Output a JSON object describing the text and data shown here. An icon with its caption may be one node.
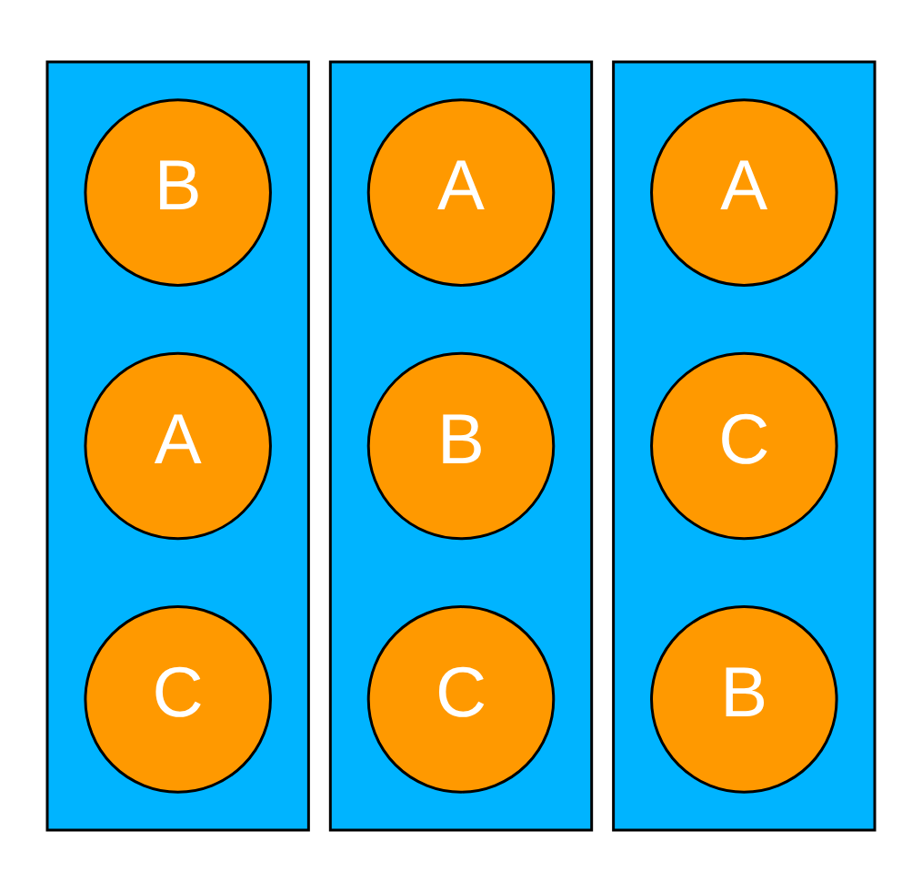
{
  "diagram": {
    "nodes": [
      {
        "text": [],
        "shape": "box"
      },
      {
        "text": [
          "B"
        ],
        "in": 0
      },
      {
        "text": [
          "A"
        ],
        "in": 0
      },
      {
        "text": [
          "C"
        ],
        "in": 0
      },
      {
        "text": [],
        "shape": "box"
      },
      {
        "text": [
          "A"
        ],
        "in": 4
      },
      {
        "text": [
          "B"
        ],
        "in": 4
      },
      {
        "text": [
          "C"
        ],
        "in": 4
      },
      {
        "text": [],
        "shape": "box"
      },
      {
        "text": [
          "A"
        ],
        "in": 8
      },
      {
        "text": [
          "C"
        ],
        "in": 8
      },
      {
        "text": [
          "B"
        ],
        "in": 8
      }
    ]
  }
}
